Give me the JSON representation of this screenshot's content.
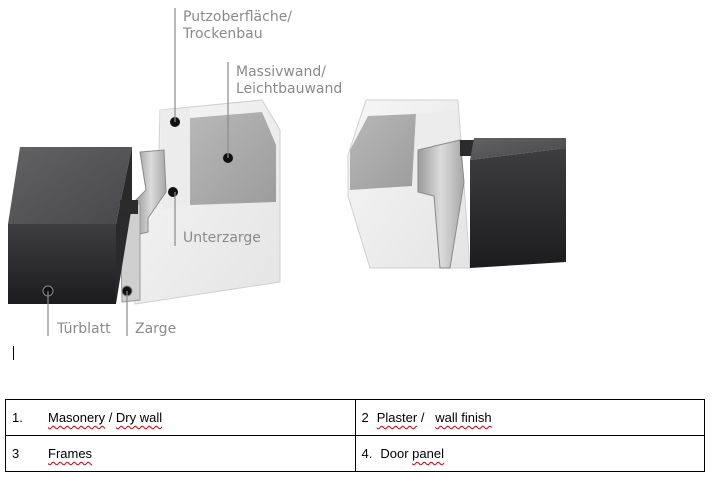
{
  "figure": {
    "labels": {
      "putz": [
        "Putzoberfläche/",
        "Trockenbau"
      ],
      "massiv": [
        "Massivwand/",
        "Leichtbauwand"
      ],
      "unterzarge": "Unterzarge",
      "tuerblatt": "Türblatt",
      "zarge": "Zarge"
    }
  },
  "legend": {
    "rows": [
      [
        {
          "num": "1.",
          "text_a": "Masonery",
          "sep": " / ",
          "text_b": "Dry wall"
        },
        {
          "num": "2",
          "text_a": "Plaster",
          "sep": " /   ",
          "text_b": "wall finish"
        }
      ],
      [
        {
          "num": "3",
          "text_a": "Frames",
          "sep": "",
          "text_b": ""
        },
        {
          "num": "4.",
          "text_a": "Door",
          "sep": " ",
          "text_b": "panel"
        }
      ]
    ]
  }
}
